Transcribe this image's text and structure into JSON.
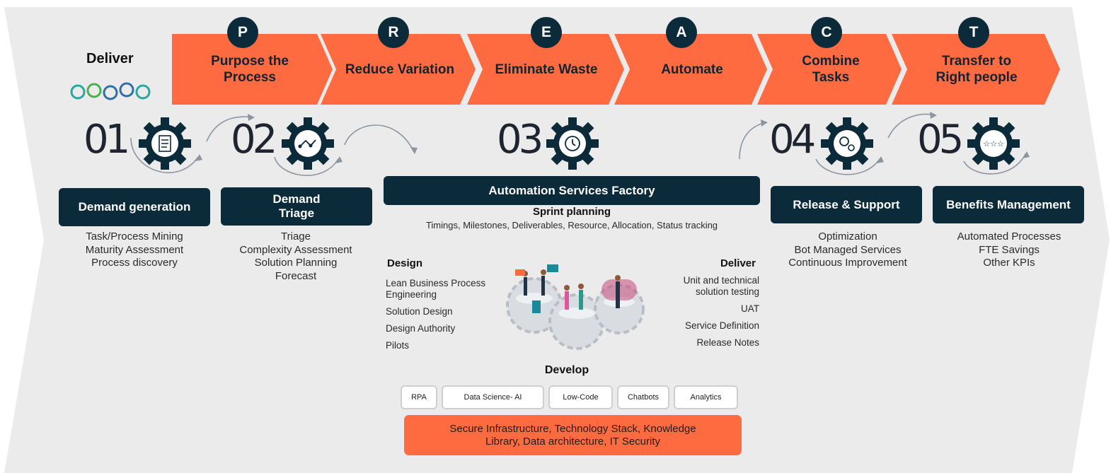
{
  "deliver_label": "Deliver",
  "colors": {
    "arrow": "#ff6b40",
    "navy": "#0b2a3a",
    "panel": "#ebebeb"
  },
  "preact_steps": [
    {
      "letter": "P",
      "line1": "Purpose the",
      "line2": "Process"
    },
    {
      "letter": "R",
      "line1": "Reduce Variation",
      "line2": ""
    },
    {
      "letter": "E",
      "line1": "Eliminate Waste",
      "line2": ""
    },
    {
      "letter": "A",
      "line1": "Automate",
      "line2": ""
    },
    {
      "letter": "C",
      "line1": "Combine",
      "line2": "Tasks"
    },
    {
      "letter": "T",
      "line1": "Transfer to",
      "line2": "Right people"
    }
  ],
  "stages": [
    {
      "number": "01",
      "icon": "document-gear-icon",
      "title": "Demand generation",
      "title2": "",
      "items": [
        "Task/Process Mining",
        "Maturity Assessment",
        "Process discovery"
      ]
    },
    {
      "number": "02",
      "icon": "process-flow-gear-icon",
      "title": "Demand",
      "title2": "Triage",
      "items": [
        "Triage",
        "Complexity Assessment",
        "Solution Planning",
        "Forecast"
      ]
    },
    {
      "number": "03",
      "icon": "stopwatch-gear-icon",
      "title": "Automation Services Factory",
      "title2": "",
      "items": []
    },
    {
      "number": "04",
      "icon": "settings-gear-icon",
      "title": "Release & Support",
      "title2": "",
      "items": [
        "Optimization",
        "Bot Managed Services",
        "Continuous Improvement"
      ]
    },
    {
      "number": "05",
      "icon": "stars-gear-icon",
      "title": "Benefits Management",
      "title2": "",
      "items": [
        "Automated Processes",
        "FTE Savings",
        "Other KPIs"
      ]
    }
  ],
  "factory": {
    "sprint_title": "Sprint planning",
    "sprint_text": "Timings, Milestones, Deliverables, Resource, Allocation, Status tracking",
    "design_title": "Design",
    "design_items": [
      "Lean Business Process",
      "Engineering",
      "Solution Design",
      "Design Authority",
      "Pilots"
    ],
    "deliver_title": "Deliver",
    "deliver_items": [
      "Unit and technical",
      "solution testing",
      "UAT",
      "Service Definition",
      "Release Notes"
    ],
    "develop_title": "Develop",
    "tools": [
      "RPA",
      "Data Science- AI",
      "Low-Code",
      "Chatbots",
      "Analytics"
    ],
    "infra_line1": "Secure Infrastructure, Technology Stack, Knowledge",
    "infra_line2": "Library, Data architecture, IT Security"
  }
}
